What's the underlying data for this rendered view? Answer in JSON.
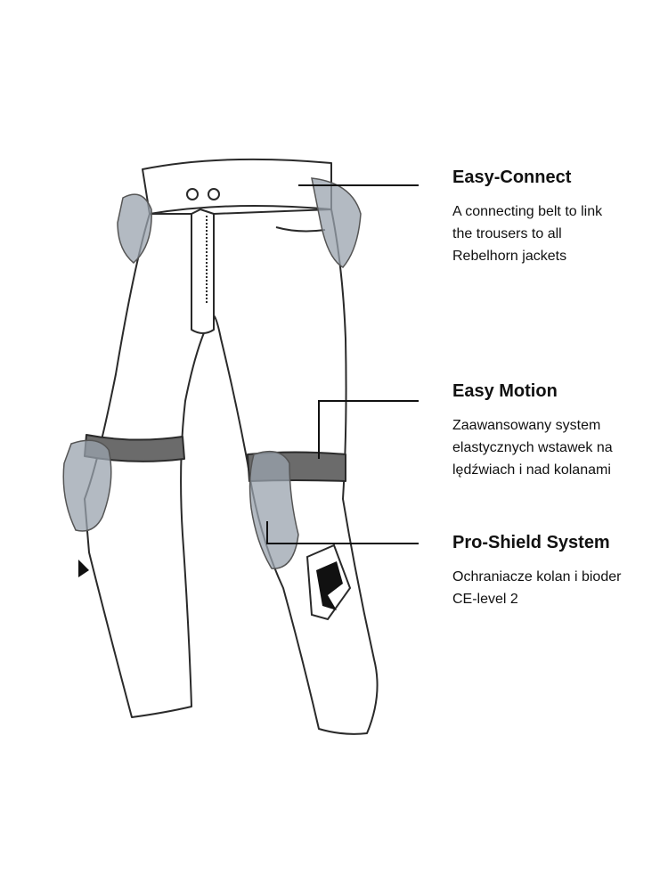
{
  "features": [
    {
      "title": "Easy-Connect",
      "lines": [
        "A connecting belt to link",
        "the trousers to all",
        "Rebelhorn jackets"
      ]
    },
    {
      "title": "Easy Motion",
      "lines": [
        "Zaawansowany system",
        "elastycznych wstawek na",
        "lędźwiach i nad kolanami"
      ]
    },
    {
      "title": "Pro-Shield System",
      "lines": [
        "Ochraniacze kolan i bioder",
        "CE-level 2"
      ]
    }
  ],
  "colors": {
    "outline": "#2a2a2a",
    "armor": "#9aa3ad",
    "text": "#111111"
  },
  "logo": "R"
}
